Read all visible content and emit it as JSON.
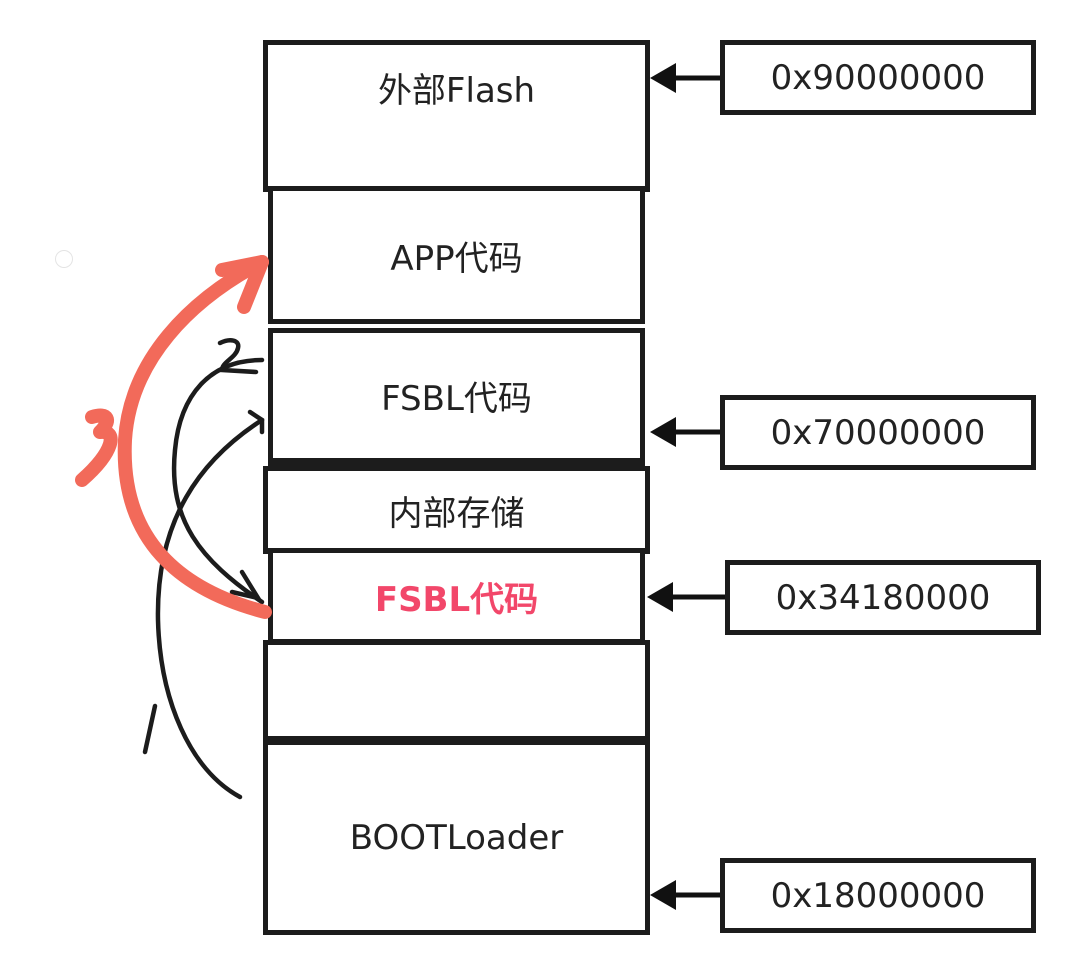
{
  "diagram": {
    "title": "",
    "memory_blocks": [
      {
        "id": "external-flash",
        "label": "外部Flash",
        "highlight": false
      },
      {
        "id": "app-code",
        "label": "APP代码",
        "highlight": false
      },
      {
        "id": "fsbl-code-external",
        "label": "FSBL代码",
        "highlight": false
      },
      {
        "id": "internal-storage",
        "label": "内部存储",
        "highlight": false
      },
      {
        "id": "fsbl-code-internal",
        "label": "FSBL代码",
        "highlight": true
      },
      {
        "id": "empty-region",
        "label": "",
        "highlight": false
      },
      {
        "id": "bootloader",
        "label": "BOOTLoader",
        "highlight": false
      }
    ],
    "addresses": [
      {
        "label": "0x90000000",
        "points_to": "external-flash"
      },
      {
        "label": "0x70000000",
        "points_to": "fsbl-code-external"
      },
      {
        "label": "0x34180000",
        "points_to": "fsbl-code-internal"
      },
      {
        "label": "0x18000000",
        "points_to": "bootloader"
      }
    ],
    "annotations": [
      {
        "step": "1",
        "color": "#1c1c1c",
        "from": "bootloader",
        "to": "fsbl-code-external",
        "description": "hand-drawn arrow step 1"
      },
      {
        "step": "2",
        "color": "#1c1c1c",
        "from": "fsbl-code-external",
        "to": "fsbl-code-internal",
        "description": "hand-drawn arrow step 2"
      },
      {
        "step": "3",
        "color": "#f26a5a",
        "from": "fsbl-code-internal",
        "to": "app-code",
        "description": "hand-drawn arrow step 3"
      }
    ],
    "colors": {
      "highlight_text": "#f2476a",
      "annotation_red": "#f26a5a",
      "stroke": "#1c1c1c"
    }
  }
}
